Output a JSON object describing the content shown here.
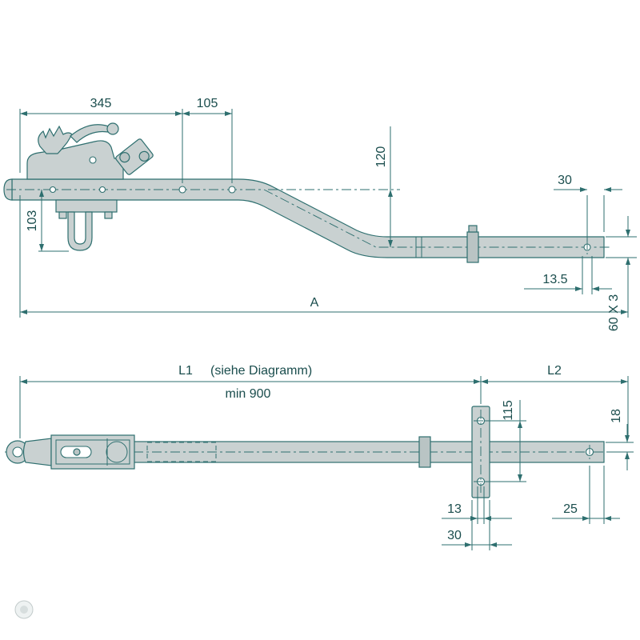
{
  "drawing": {
    "subject": "trailer drawbar technical drawing, two views",
    "line_color": "#2E6F6F",
    "part_fill": "#C9D1D1",
    "background": "#FFFFFF"
  },
  "top_view": {
    "dims": {
      "d345": "345",
      "d105": "105",
      "d120": "120",
      "d30": "30",
      "d103": "103",
      "d13_5": "13.5",
      "dA": "A",
      "d60x3": "60 X 3"
    }
  },
  "bottom_view": {
    "dims": {
      "dL1": "L1",
      "siehe": "(siehe Diagramm)",
      "min900": "min 900",
      "dL2": "L2",
      "d115": "115",
      "d18": "18",
      "d13": "13",
      "d25": "25",
      "d30": "30"
    }
  }
}
